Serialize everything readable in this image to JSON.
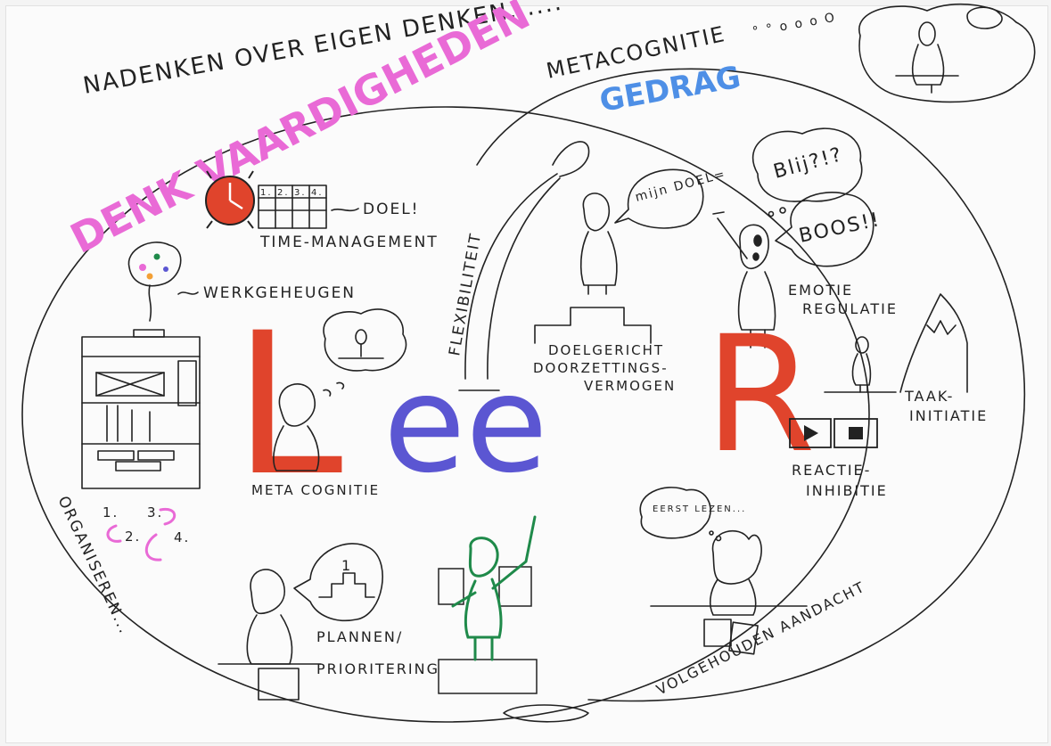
{
  "top": {
    "thinking_about_thinking": "NADENKEN OVER EIGEN DENKEN......",
    "metacognition": "METACOGNITIE"
  },
  "sections": {
    "skills_title": "DENK VAARDIGHEDEN",
    "behavior_title": "GEDRAG"
  },
  "skills": {
    "time_goal": "DOEL!",
    "time_management": "TIME-MANAGEMENT",
    "working_memory": "WERKGEHEUGEN",
    "metacognition": "META COGNITIE",
    "organizing": "ORGANISEREN...",
    "planning_line1": "PLANNEN/",
    "planning_line2": "PRIORITERING"
  },
  "behavior": {
    "flexibility": "FLEXIBILITEIT",
    "goal_bubble": "mijn DOEL=",
    "goal_line1": "DOELGERICHT",
    "goal_line2": "DOORZETTINGS-",
    "goal_line3": "VERMOGEN",
    "bubble_happy": "Blij?!?",
    "bubble_angry": "BOOS!!",
    "emotion_line1": "EMOTIE",
    "emotion_line2": "REGULATIE",
    "task_line1": "TAAK-",
    "task_line2": "INITIATIE",
    "inhibition_line1": "REACTIE-",
    "inhibition_line2": "INHIBITIE",
    "attention_bubble": "EERST LEZEN...",
    "attention": "VOLGEHOUDEN AANDACHT"
  },
  "center": {
    "letter_l": "L",
    "letters_ee": "ee",
    "letter_r": "R"
  },
  "schedule": {
    "headers": [
      "1.",
      "2.",
      "3.",
      "4."
    ]
  },
  "ranks": [
    "1.",
    "2.",
    "3.",
    "4."
  ],
  "podium_rank": "1",
  "colors": {
    "pink": "#e96ad6",
    "blue": "#4e8fe6",
    "red": "#e0442c",
    "purple": "#5b56d2",
    "green": "#1f8a4a",
    "ink": "#222222"
  }
}
